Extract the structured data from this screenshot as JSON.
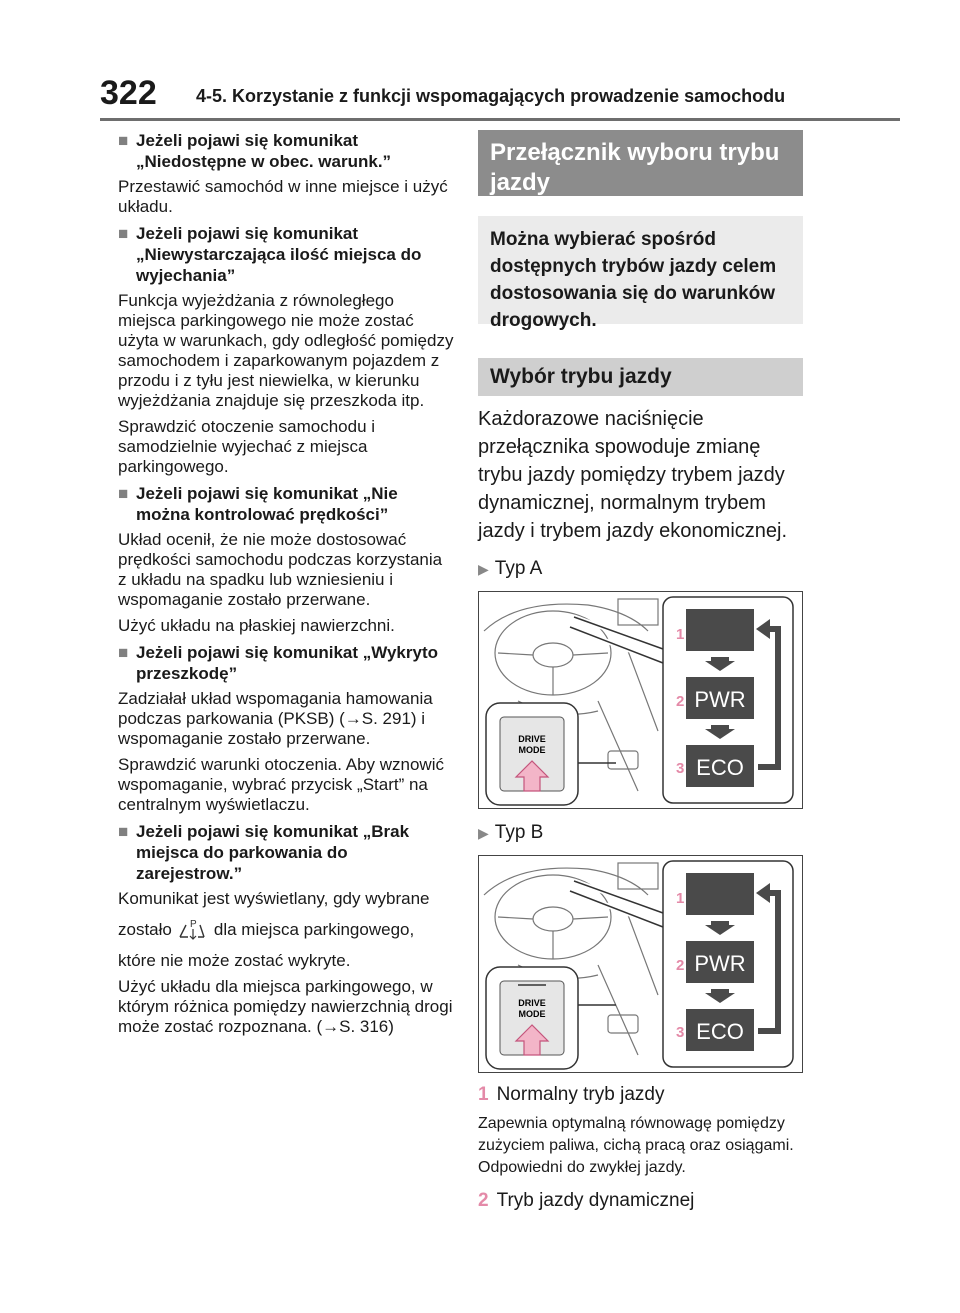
{
  "header": {
    "page_number": "322",
    "chapter": "4-5. Korzystanie z funkcji wspomagających prowadzenie samochodu"
  },
  "left": {
    "items": [
      {
        "heading": "Jeżeli pojawi się komunikat „Niedostępne w obec. warunk.”",
        "paras": [
          "Przestawić samochód w inne miejsce i użyć układu."
        ]
      },
      {
        "heading": "Jeżeli pojawi się komunikat „Niewystarczająca ilość miejsca do wyjechania”",
        "paras": [
          "Funkcja wyjeżdżania z równoległego miejsca parkingowego nie może zostać użyta w warunkach, gdy odległość pomiędzy samochodem i zaparkowanym pojazdem z przodu i z tyłu jest niewielka, w kierunku wyjeżdżania znajduje się przeszkoda itp.",
          "Sprawdzić otoczenie samochodu i samodzielnie wyjechać z miejsca parkingowego."
        ]
      },
      {
        "heading": "Jeżeli pojawi się komunikat „Nie można kontrolować prędkości”",
        "paras": [
          "Układ ocenił, że nie może dostosować prędkości samochodu podczas korzystania z układu na spadku lub wzniesieniu i wspomaganie zostało przerwane.",
          "Użyć układu na płaskiej nawierzchni."
        ]
      },
      {
        "heading": "Jeżeli pojawi się komunikat „Wykryto przeszkodę”",
        "paras": [
          "Zadziałał układ wspomagania hamowania podczas parkowania (PKSB) (→S. 291) i wspomaganie zostało przerwane.",
          "Sprawdzić warunki otoczenia. Aby wznowić wspomaganie, wybrać przycisk „Start” na centralnym wyświetlaczu."
        ]
      },
      {
        "heading": "Jeżeli pojawi się komunikat „Brak miejsca do parkowania do zarejestrow.”",
        "paras": [
          "Komunikat jest wyświetlany, gdy wybrane",
          "zostało",
          "dla miejsca parkingowego,",
          "które nie może zostać wykryte.",
          "Użyć układu dla miejsca parkingowego, w którym różnica pomiędzy nawierzchnią drogi może zostać rozpoznana. (→S. 316)"
        ]
      }
    ]
  },
  "right": {
    "title": "Przełącznik wyboru trybu jazdy",
    "intro": "Można wybierać spośród dostępnych trybów jazdy celem dostosowania się do warunków drogowych.",
    "subtitle": "Wybór trybu jazdy",
    "body": "Każdorazowe naciśnięcie przełącznika spowoduje zmianę trybu jazdy pomiędzy trybem jazdy dynamicznej, normalnym trybem jazdy i trybem jazdy ekonomicznej.",
    "typ_a": "Typ A",
    "typ_b": "Typ B",
    "figure": {
      "button_line1": "DRIVE",
      "button_line2": "MODE",
      "modes": [
        {
          "num": "1",
          "label": ""
        },
        {
          "num": "2",
          "label": "PWR"
        },
        {
          "num": "3",
          "label": "ECO"
        }
      ]
    },
    "legend": [
      {
        "num": "1",
        "title": "Normalny tryb jazdy",
        "desc": "Zapewnia optymalną równowagę pomiędzy zużyciem paliwa, cichą pracą oraz osiągami. Odpowiedni do zwykłej jazdy."
      },
      {
        "num": "2",
        "title": "Tryb jazdy dynamicznej",
        "desc": ""
      }
    ]
  },
  "colors": {
    "accent_pink": "#e48aa8",
    "title_gray": "#8c8c8c",
    "panel_dark": "#4a4a4a"
  }
}
